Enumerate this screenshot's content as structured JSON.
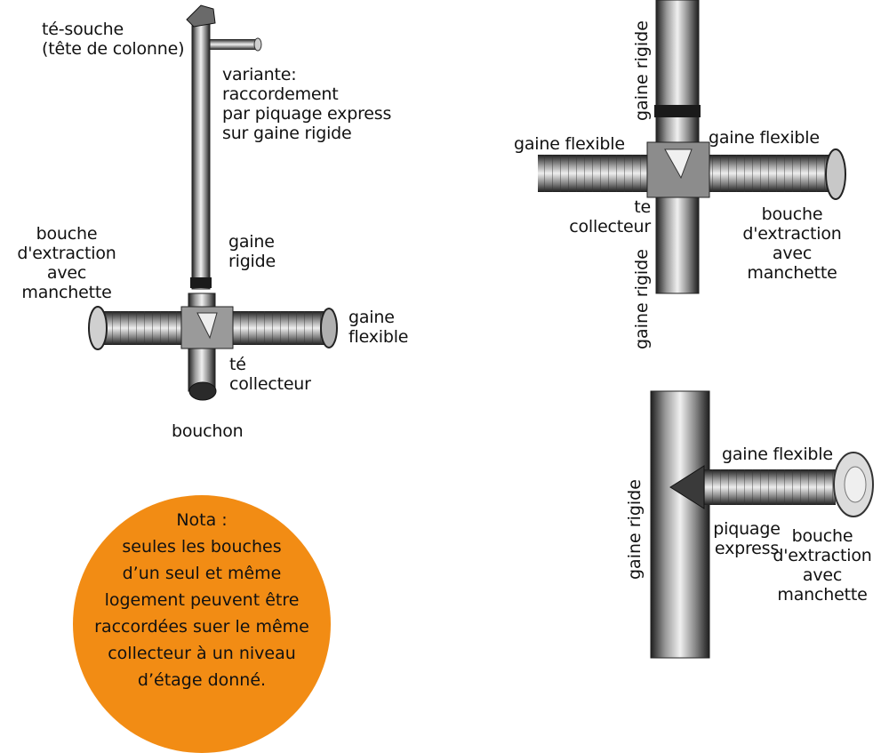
{
  "colors": {
    "nota_fill": "#f28c14",
    "metal_dark": "#2a2a2a",
    "metal_mid": "#8a8a8a",
    "metal_light": "#e8e8e8"
  },
  "left_figure": {
    "te_souche": "té-souche\n(tête de colonne)",
    "variante": "variante:\nraccordement\npar piquage express\nsur gaine rigide",
    "bouche": "bouche\nd'extraction\navec\nmanchette",
    "gaine_rigide": "gaine\nrigide",
    "gaine_flexible": "gaine\nflexible",
    "te_collecteur": "té\ncollecteur",
    "bouchon": "bouchon"
  },
  "top_right_figure": {
    "gaine_rigide_top": "gaine rigide",
    "gaine_flexible_left": "gaine flexible",
    "gaine_flexible_right": "gaine flexible",
    "te_collecteur": "te\ncollecteur",
    "gaine_rigide_bottom": "gaine rigide",
    "bouche": "bouche\nd'extraction\navec\nmanchette"
  },
  "bottom_right_figure": {
    "gaine_flexible": "gaine flexible",
    "gaine_rigide": "gaine rigide",
    "piquage": "piquage\nexpress",
    "bouche": "bouche\nd'extraction\navec\nmanchette"
  },
  "nota": {
    "text": "Nota :\nseules les bouches\nd’un seul et même\nlogement peuvent être\nraccordées suer le même\ncollecteur à un niveau\nd’étage donné."
  },
  "icons": [
    "duct-rigid-icon",
    "duct-flexible-icon",
    "extraction-mouth-icon",
    "tee-connector-icon"
  ]
}
